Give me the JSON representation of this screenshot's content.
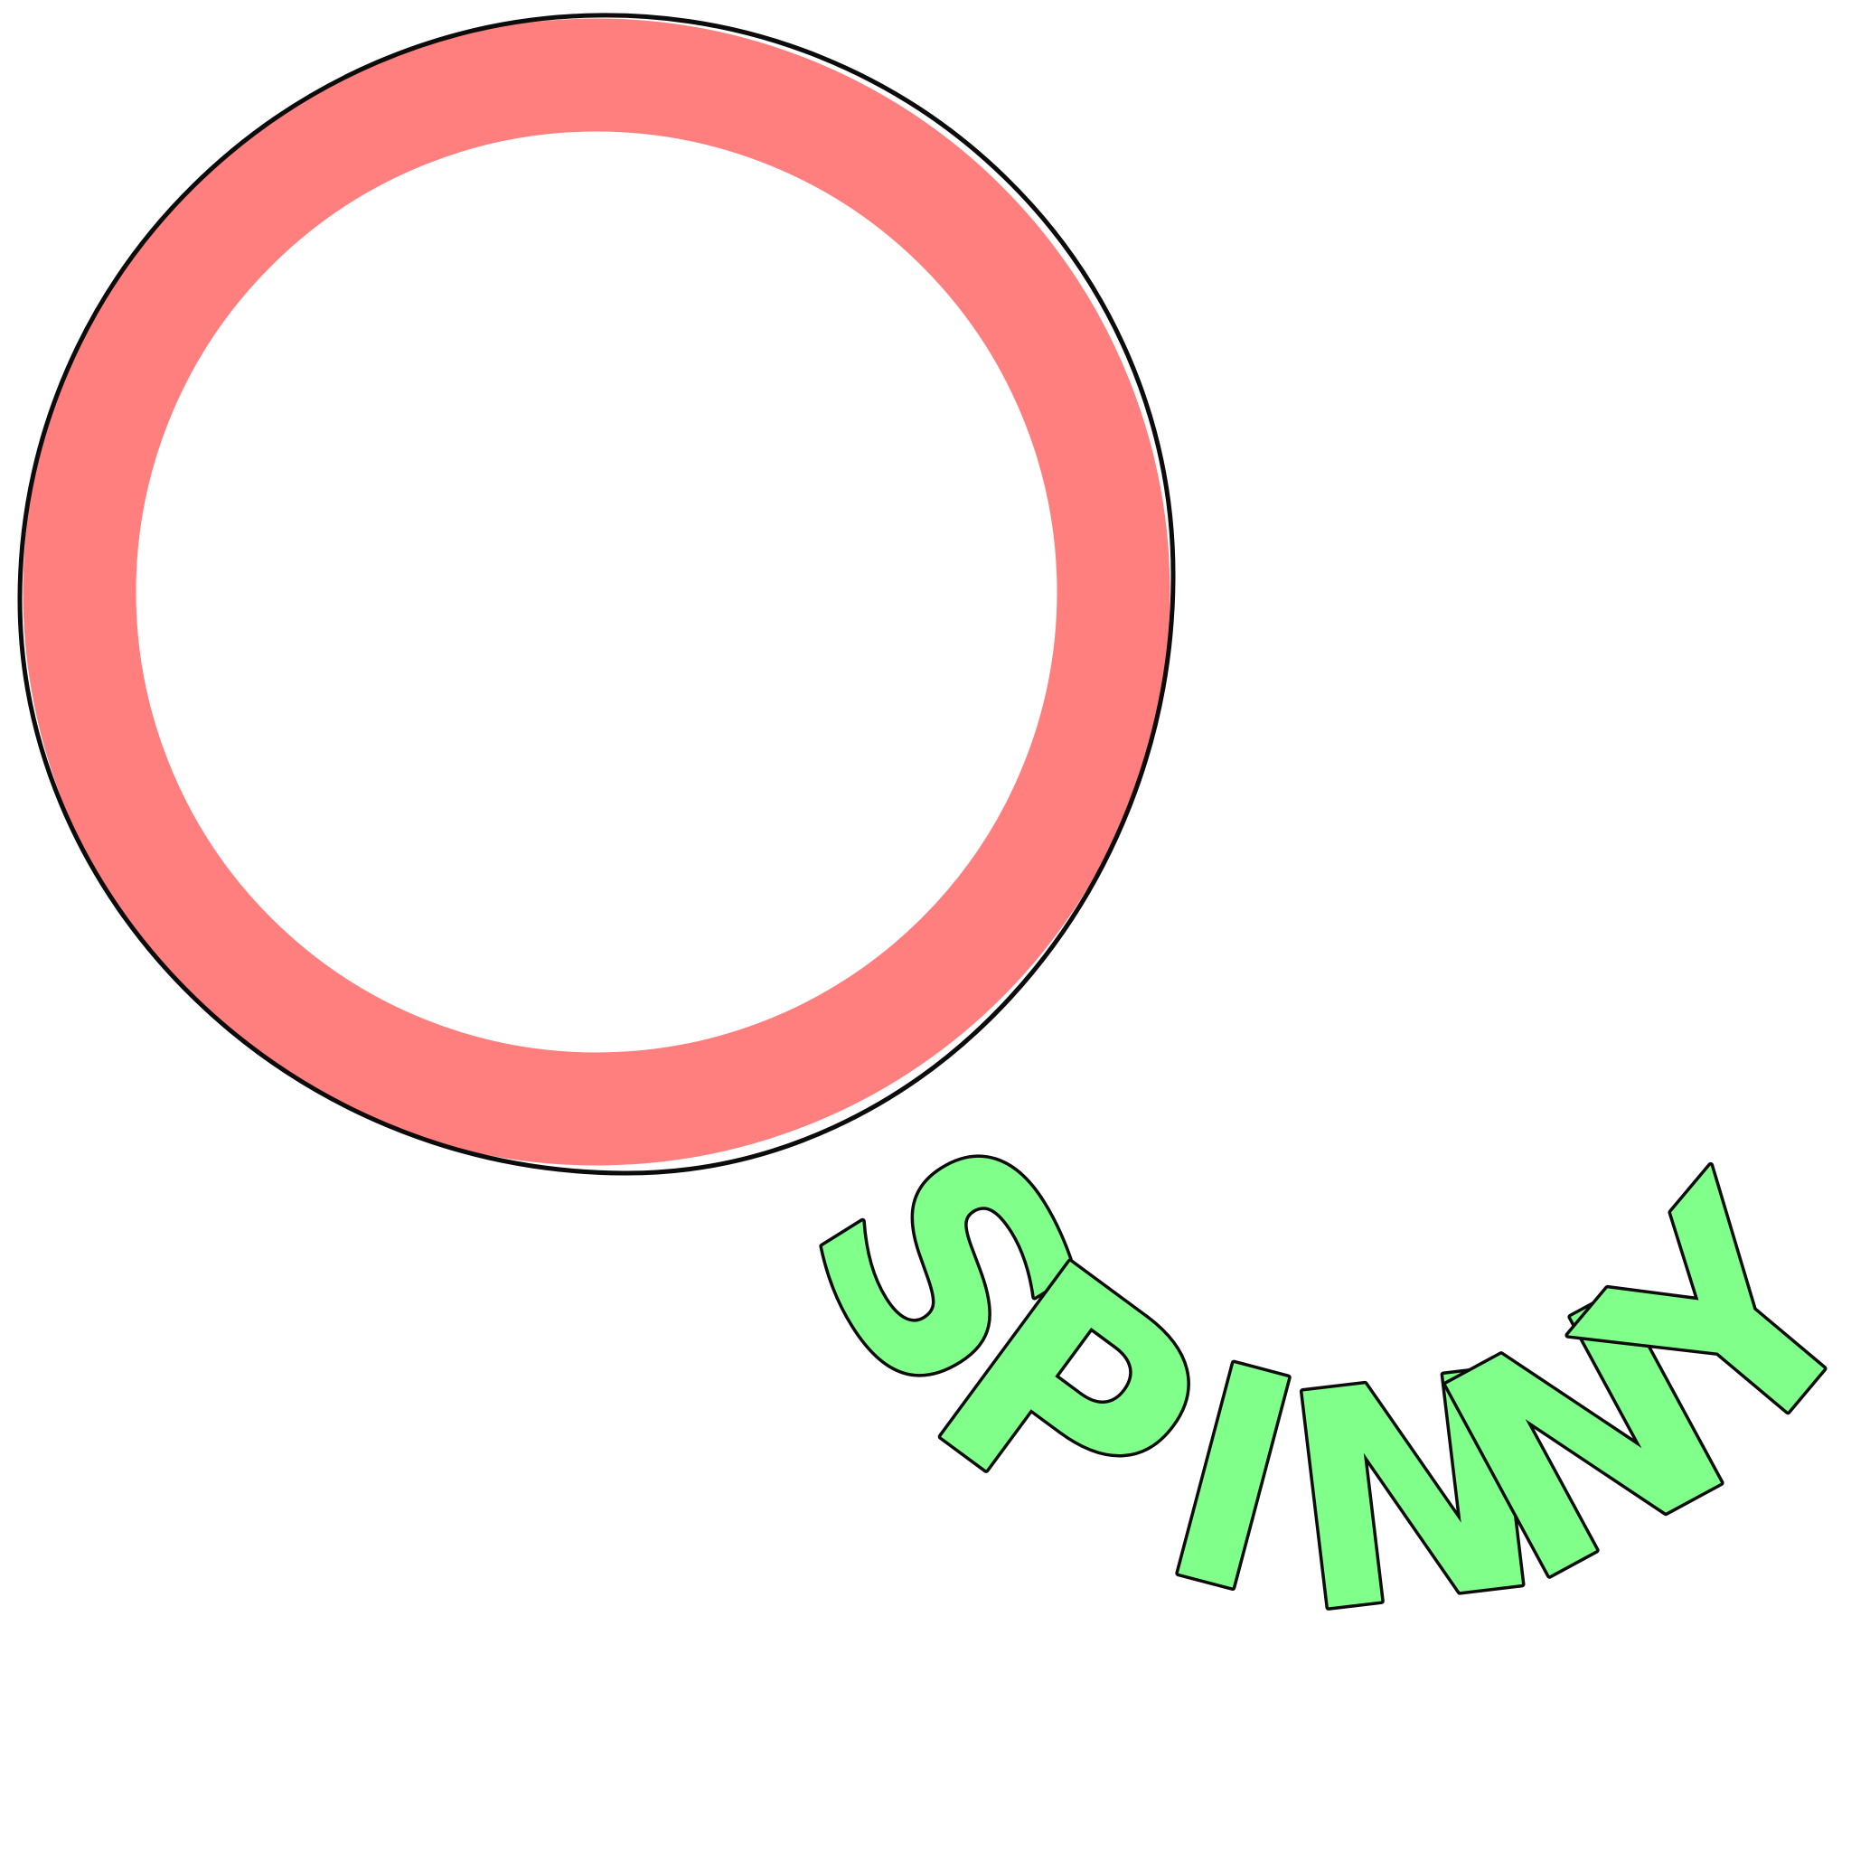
{
  "artwork": {
    "background_color": "#ffffff",
    "outline_color": "#0c0c0c",
    "ring": {
      "fill_color": "#ff7f7f"
    },
    "word": {
      "text": "SPINNY",
      "fill_color": "#80ff8a",
      "letters": [
        "S",
        "P",
        "I",
        "N",
        "N",
        "Y"
      ]
    }
  }
}
